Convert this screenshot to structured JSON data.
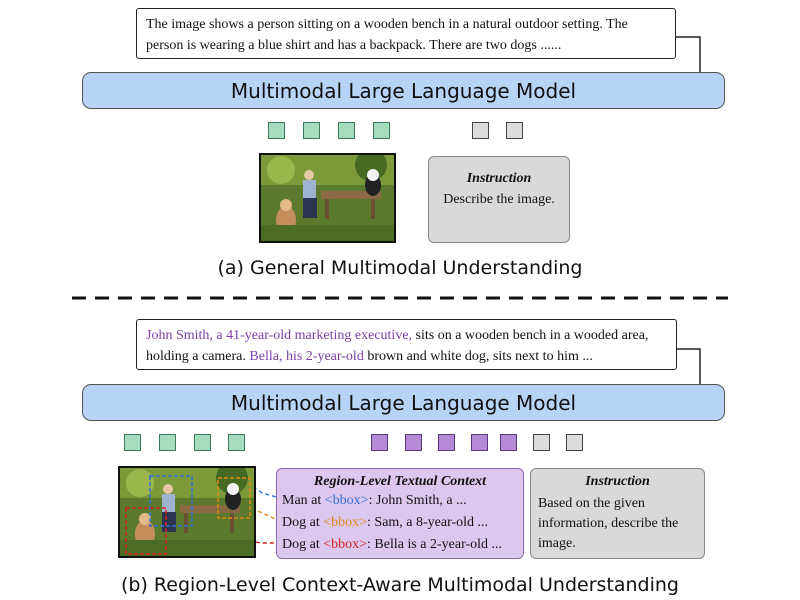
{
  "section_a": {
    "output_text": "The image shows a person sitting on a wooden bench in a natural outdoor setting. The person is wearing a blue shirt and has a backpack. There are two dogs ......",
    "llm_label": "Multimodal Large Language Model",
    "instruction_title": "Instruction",
    "instruction_text": "Describe the image.",
    "caption": "(a) General Multimodal Understanding"
  },
  "section_b": {
    "output_text": {
      "p1": "John Smith, a 41-year-old marketing executive,",
      "p2": " sits on a wooden bench in a wooded area, holding a camera. ",
      "p3": "Bella, his 2-year-old",
      "p4": " brown and white dog, sits next to him ..."
    },
    "llm_label": "Multimodal Large Language Model",
    "context_title": "Region-Level Textual Context",
    "context_lines": [
      {
        "prefix": "Man at ",
        "bbox": "<bbox>",
        "suffix": ": John Smith, a ..."
      },
      {
        "prefix": "Dog at ",
        "bbox": "<bbox>",
        "suffix": ": Sam, a 8-year-old ..."
      },
      {
        "prefix": "Dog at ",
        "bbox": "<bbox>",
        "suffix": ": Bella is a 2-year-old ..."
      }
    ],
    "instruction_title": "Instruction",
    "instruction_text": "Based on the given information, describe the image.",
    "caption": "(b) Region-Level Context-Aware Multimodal Understanding"
  },
  "colors": {
    "llm_fill": "#b7d3f5",
    "visual_token": "#a8dcc0",
    "text_token": "#dcdcdc",
    "context_token": "#b48ad6",
    "highlight_purple": "#7d3ea8",
    "bbox_man": "#2f6fd6",
    "bbox_dog_sam": "#e08a12",
    "bbox_dog_bella": "#d42020"
  }
}
